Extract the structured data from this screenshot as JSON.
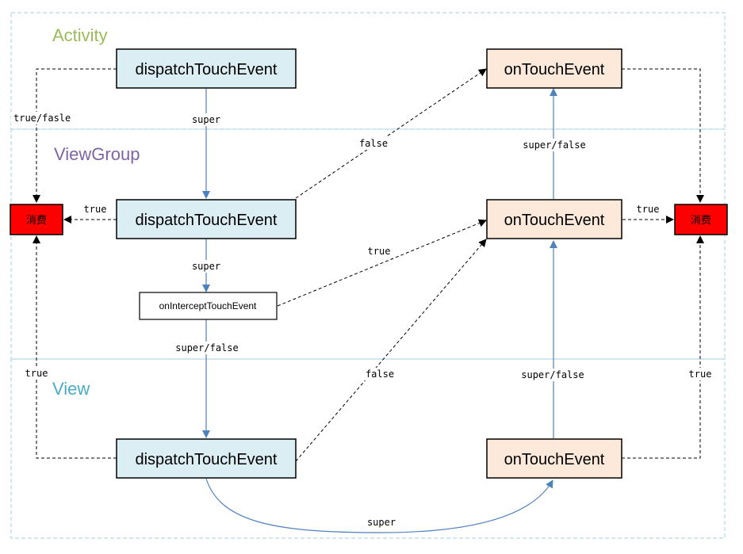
{
  "colors": {
    "activity": "#9bbb59",
    "viewgroup": "#8064a2",
    "view": "#4bacc6",
    "dispatch_fill": "#dbeef4",
    "ontouch_fill": "#fde9d9",
    "consume_fill": "#ff0000",
    "solid_arrow": "#4f81bd",
    "dashed_arrow": "#000000",
    "layer_border": "#a6cfd9"
  },
  "layers": {
    "activity": "Activity",
    "viewgroup": "ViewGroup",
    "view": "View"
  },
  "nodes": {
    "activity_dispatch": "dispatchTouchEvent",
    "activity_ontouch": "onTouchEvent",
    "viewgroup_dispatch": "dispatchTouchEvent",
    "viewgroup_intercept": "onInterceptTouchEvent",
    "viewgroup_ontouch": "onTouchEvent",
    "view_dispatch": "dispatchTouchEvent",
    "view_ontouch": "onTouchEvent",
    "consume_left": "消费",
    "consume_right": "消费"
  },
  "edges": {
    "act_dispatch_to_consume": "true/fasle",
    "act_dispatch_to_vg_dispatch": "super",
    "vg_dispatch_to_act_ontouch": "false",
    "vg_ontouch_to_act_ontouch": "super/false",
    "vg_dispatch_to_consume": "true",
    "vg_ontouch_to_consume": "true",
    "vg_dispatch_to_intercept": "super",
    "intercept_to_vg_ontouch": "true",
    "intercept_to_view_dispatch": "super/false",
    "view_dispatch_to_vg_ontouch": "false",
    "view_ontouch_to_vg_ontouch": "super/false",
    "view_dispatch_to_consume": "true",
    "view_ontouch_to_consume": "true",
    "view_dispatch_to_view_ontouch": "super"
  }
}
